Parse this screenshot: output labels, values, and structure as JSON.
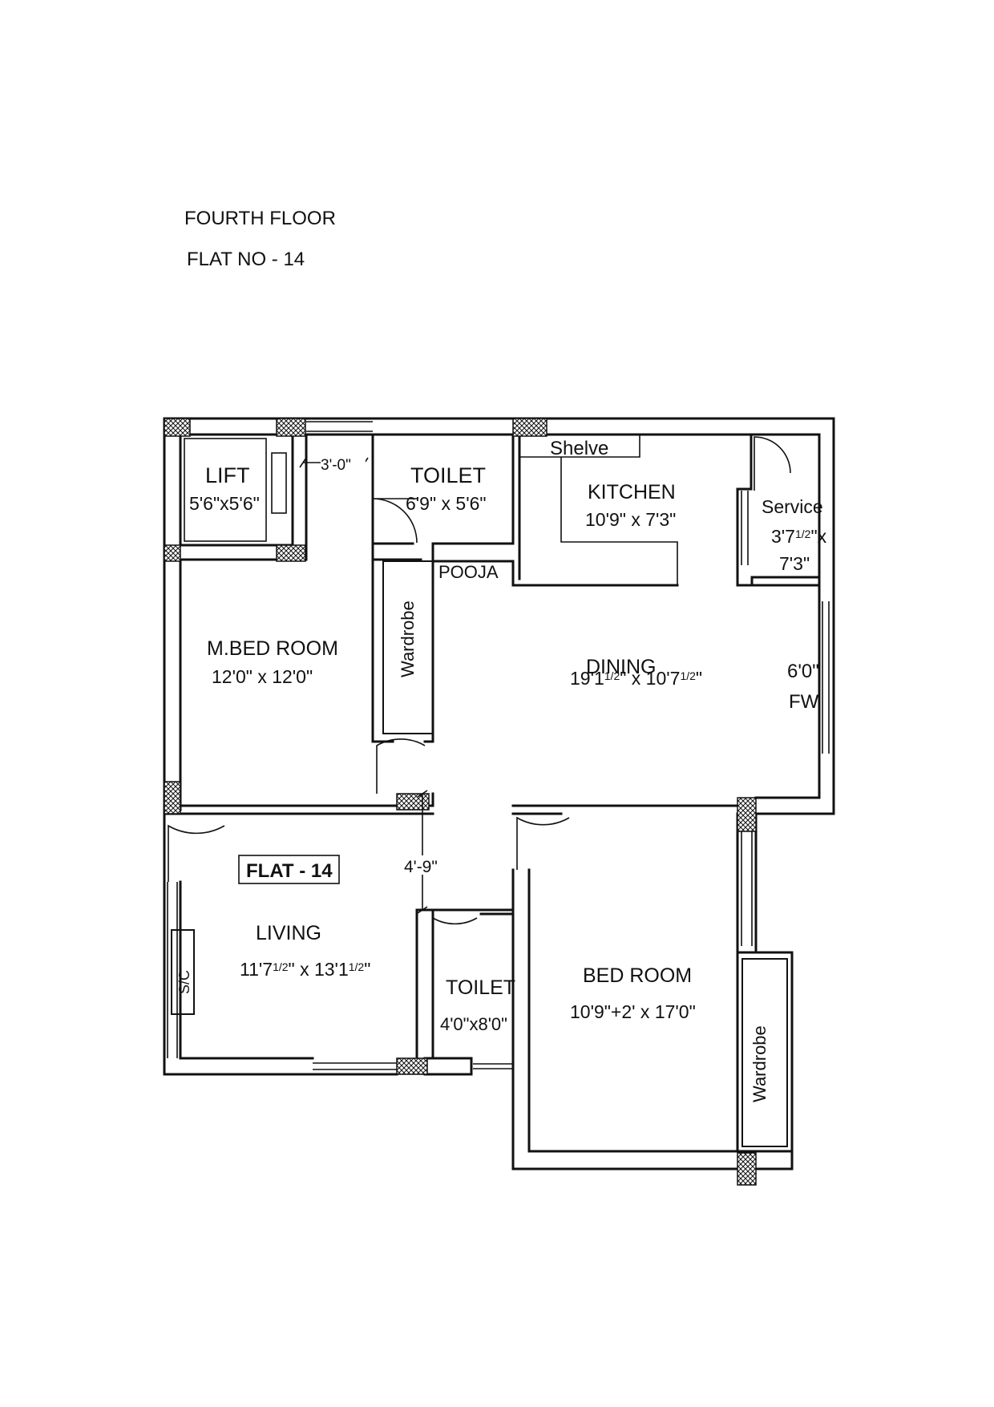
{
  "heading": {
    "floor": "FOURTH FLOOR",
    "flat": "FLAT NO - 14"
  },
  "rooms": {
    "lift": {
      "name": "LIFT",
      "size": "5'6\"x5'6\""
    },
    "toilet_top": {
      "name": "TOILET",
      "size": "6'9\" x 5'6\""
    },
    "kitchen": {
      "name": "KITCHEN",
      "size": "10'9\" x 7'3\""
    },
    "shelve": "Shelve",
    "service": {
      "name": "Service",
      "size_a": "3'7",
      "frac_a": "1/2",
      "size_a_tail": "\"x",
      "size_b": "7'3\""
    },
    "pooja": "POOJA",
    "master_bed": {
      "name": "M.BED ROOM",
      "size": "12'0\" x 12'0\""
    },
    "wardrobe_master": "Wardrobe",
    "dining": {
      "name": "DINING",
      "size_a": "19'1",
      "frac_a": "1/2",
      "size_b": "\" x 10'7",
      "frac_b": "1/2",
      "size_c": "\""
    },
    "french_window": {
      "size": "6'0\"",
      "code": "FW"
    },
    "flat_tag": "FLAT - 14",
    "passage_dim": "4'-9\"",
    "living": {
      "name": "LIVING",
      "size_a": "11'7",
      "frac_a": "1/2",
      "size_b": "\" x 13'1",
      "frac_b": "1/2",
      "size_c": "\""
    },
    "sc": "S/C",
    "toilet_bottom": {
      "name": "TOILET",
      "size": "4'0\"x8'0\""
    },
    "bed_room": {
      "name": "BED ROOM",
      "size": "10'9\"+2' x 17'0\""
    },
    "wardrobe_bed": "Wardrobe"
  },
  "dims": {
    "lift_passage": "3'-0\""
  },
  "colors": {
    "line": "#111111",
    "column_hatch": "#111111",
    "paper": "#ffffff"
  }
}
